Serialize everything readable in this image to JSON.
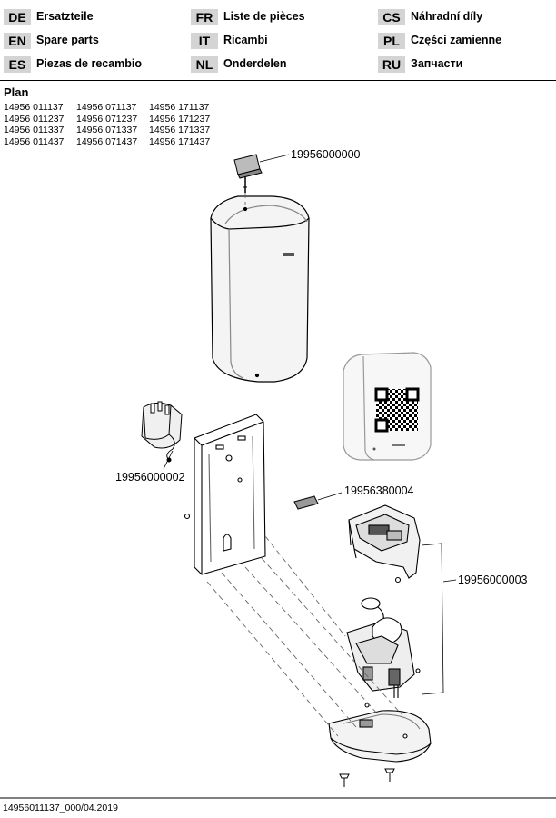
{
  "languages": [
    {
      "code": "DE",
      "name": "Ersatzteile"
    },
    {
      "code": "FR",
      "name": "Liste de pièces"
    },
    {
      "code": "CS",
      "name": "Náhradní díly"
    },
    {
      "code": "EN",
      "name": "Spare parts"
    },
    {
      "code": "IT",
      "name": "Ricambi"
    },
    {
      "code": "PL",
      "name": "Części zamienne"
    },
    {
      "code": "ES",
      "name": "Piezas de recambio"
    },
    {
      "code": "NL",
      "name": "Onderdelen"
    },
    {
      "code": "RU",
      "name": "Запчасти"
    }
  ],
  "plan": {
    "title": "Plan",
    "numbers": [
      "14956 011137",
      "14956 071137",
      "14956 171137",
      "14956 011237",
      "14956 071237",
      "14956 171237",
      "14956 011337",
      "14956 071337",
      "14956 171337",
      "14956 011437",
      "14956 071437",
      "14956 171437"
    ]
  },
  "parts": [
    {
      "number": "19956000000",
      "item": "key"
    },
    {
      "number": "19956000002",
      "item": "battery-pack"
    },
    {
      "number": "19956380004",
      "item": "sensor-window"
    },
    {
      "number": "19956000003",
      "item": "pump-assembly"
    }
  ],
  "footer": {
    "doc_id": "14956011137_000/04.2019"
  }
}
